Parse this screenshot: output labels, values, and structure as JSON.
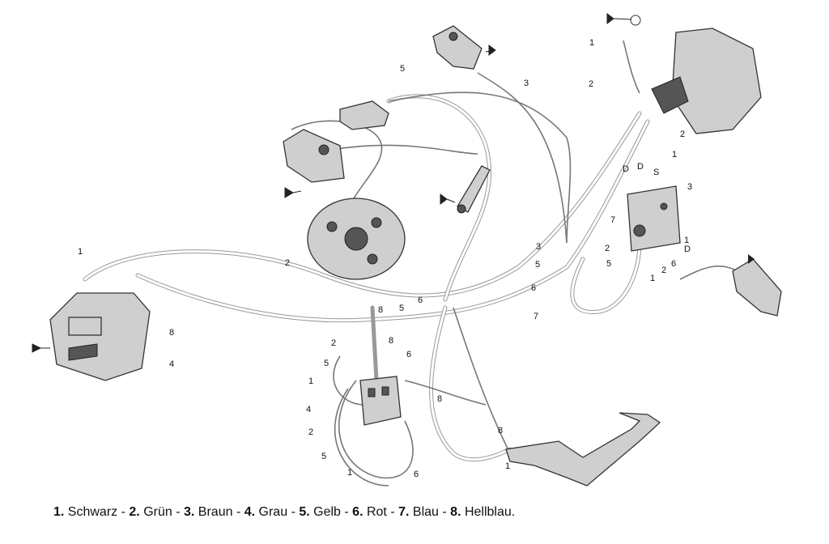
{
  "labels": [
    "1",
    "2",
    "8",
    "5",
    "6",
    "5",
    "3",
    "1",
    "2",
    "2",
    "1",
    "3",
    "7",
    "3",
    "5",
    "6",
    "2",
    "5",
    "1",
    "2",
    "6",
    "7",
    "8",
    "4",
    "2",
    "8",
    "5",
    "6",
    "1",
    "8",
    "4",
    "2",
    "5",
    "1",
    "6",
    "8",
    "1",
    "D",
    "D",
    "S",
    "1",
    "D"
  ],
  "legend": [
    {
      "num": "1.",
      "name": "Schwarz"
    },
    {
      "num": "2.",
      "name": "Grün"
    },
    {
      "num": "3.",
      "name": "Braun"
    },
    {
      "num": "4.",
      "name": "Grau"
    },
    {
      "num": "5.",
      "name": "Gelb"
    },
    {
      "num": "6.",
      "name": "Rot"
    },
    {
      "num": "7.",
      "name": "Blau"
    },
    {
      "num": "8.",
      "name": "Hellblau."
    }
  ],
  "separator": "-"
}
